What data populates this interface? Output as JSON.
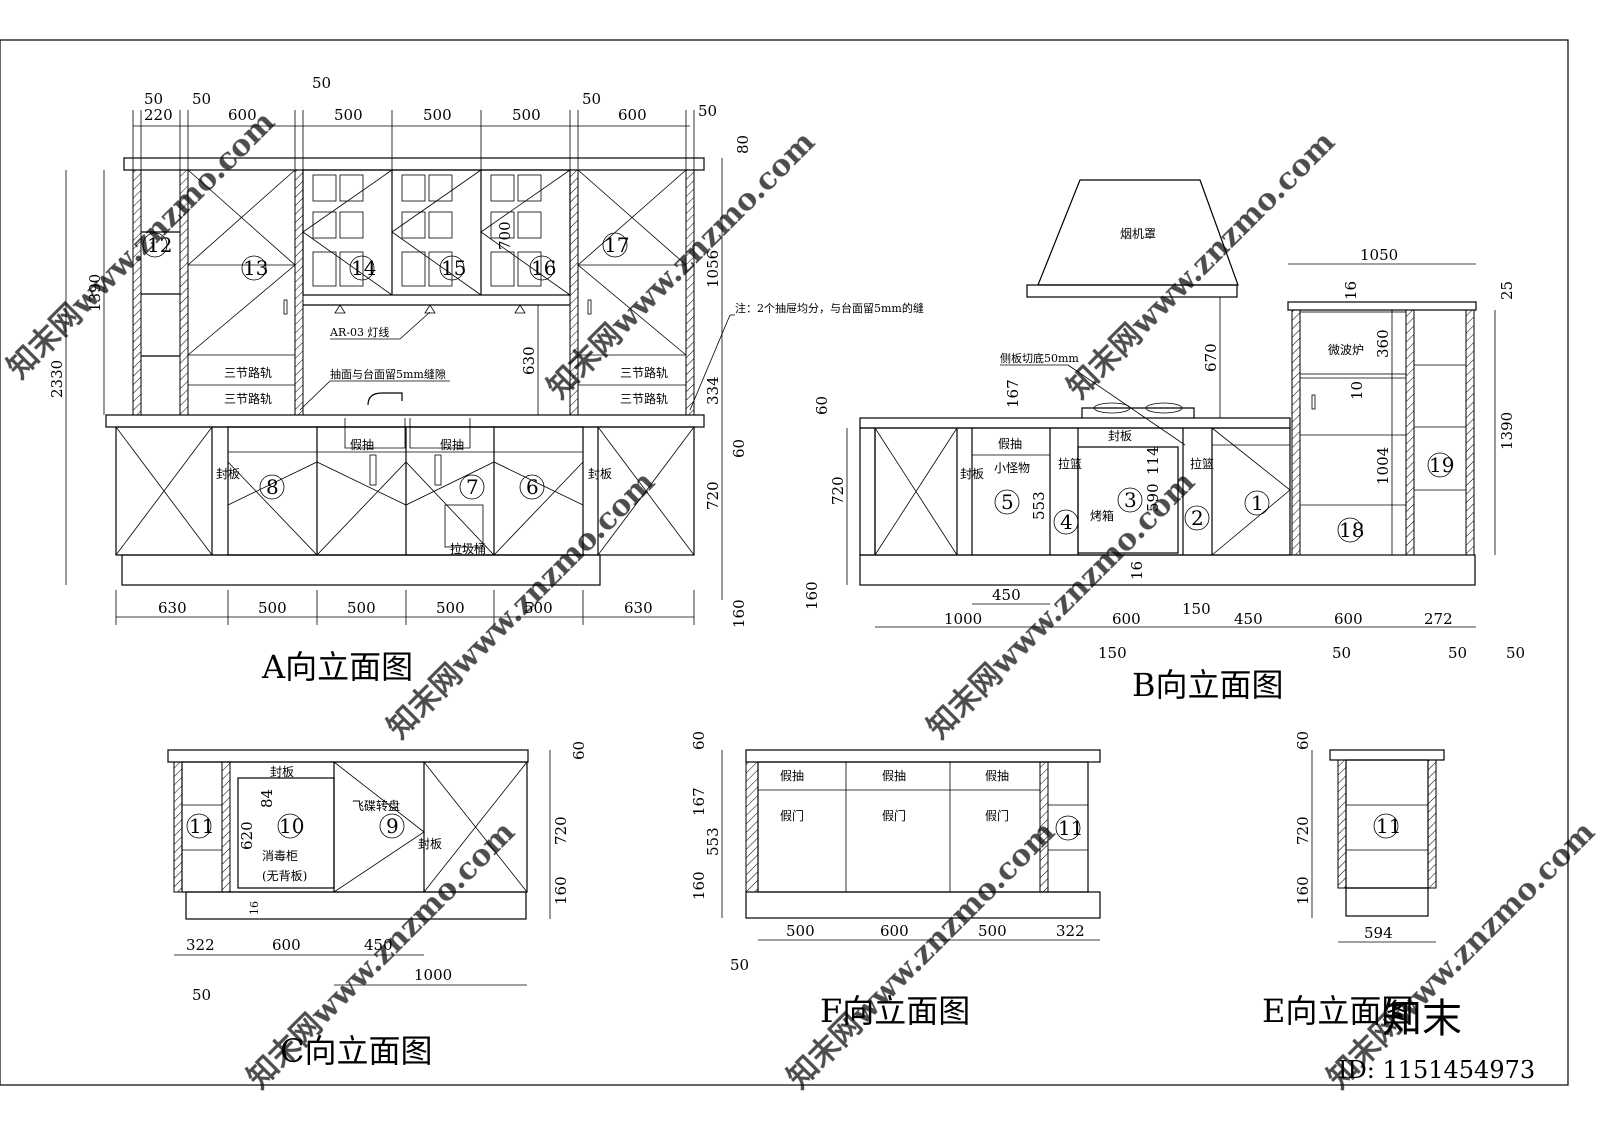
{
  "views": {
    "a": {
      "title": "A向立面图",
      "top_dims": [
        "50",
        "220",
        "50",
        "600",
        "50",
        "500",
        "500",
        "500",
        "50",
        "600",
        "50"
      ],
      "bottom_dims": [
        "630",
        "500",
        "500",
        "500",
        "500",
        "630"
      ],
      "side_dims": [
        "2330",
        "1390",
        "80",
        "1056",
        "334",
        "60",
        "720",
        "160",
        "630",
        "700"
      ],
      "notes": [
        "三节路轨",
        "三节路轨",
        "三节路轨",
        "三节路轨",
        "抽面与台面留5mm缝隙",
        "AR-03 灯线",
        "注：2个抽屉均分，与台面留5mm的缝",
        "封板",
        "封板",
        "假抽",
        "假抽",
        "拉圾桶"
      ],
      "markers": [
        "12",
        "13",
        "14",
        "15",
        "16",
        "17",
        "8",
        "7",
        "6"
      ]
    },
    "b": {
      "title": "B向立面图",
      "hood_label": "烟机罩",
      "top_dims": [
        "1050",
        "16",
        "25",
        "670",
        "167",
        "360",
        "10",
        "1390",
        "1004",
        "114",
        "590",
        "553",
        "60",
        "720",
        "160",
        "16"
      ],
      "bottom_dims": [
        "450",
        "1000",
        "600",
        "150",
        "450",
        "600",
        "272",
        "150",
        "50",
        "50",
        "50"
      ],
      "notes": [
        "侧板切底50mm",
        "微波炉",
        "封板",
        "假抽",
        "小怪物",
        "拉篮",
        "拉篮",
        "烤箱",
        "封板"
      ],
      "markers": [
        "5",
        "4",
        "3",
        "2",
        "1",
        "18",
        "19"
      ]
    },
    "c": {
      "title": "C向立面图",
      "dims": [
        "60",
        "720",
        "160",
        "84",
        "620",
        "16",
        "322",
        "600",
        "450",
        "1000",
        "50"
      ],
      "notes": [
        "封板",
        "飞碟转盘",
        "消毒柜",
        "(无背板)",
        "封板"
      ],
      "markers": [
        "11",
        "10",
        "9"
      ]
    },
    "f": {
      "title": "F向立面图",
      "dims": [
        "60",
        "167",
        "553",
        "160",
        "500",
        "600",
        "500",
        "322",
        "50"
      ],
      "notes": [
        "假抽",
        "假抽",
        "假抽",
        "假门",
        "假门",
        "假门"
      ],
      "markers": [
        "11"
      ]
    },
    "e": {
      "title": "E向立面图",
      "dims": [
        "60",
        "720",
        "160",
        "594"
      ],
      "markers": [
        "11"
      ]
    }
  },
  "watermark": {
    "text": "知末网www.znzmo.com",
    "brand": "知末",
    "image_id": "ID: 1151454973"
  }
}
